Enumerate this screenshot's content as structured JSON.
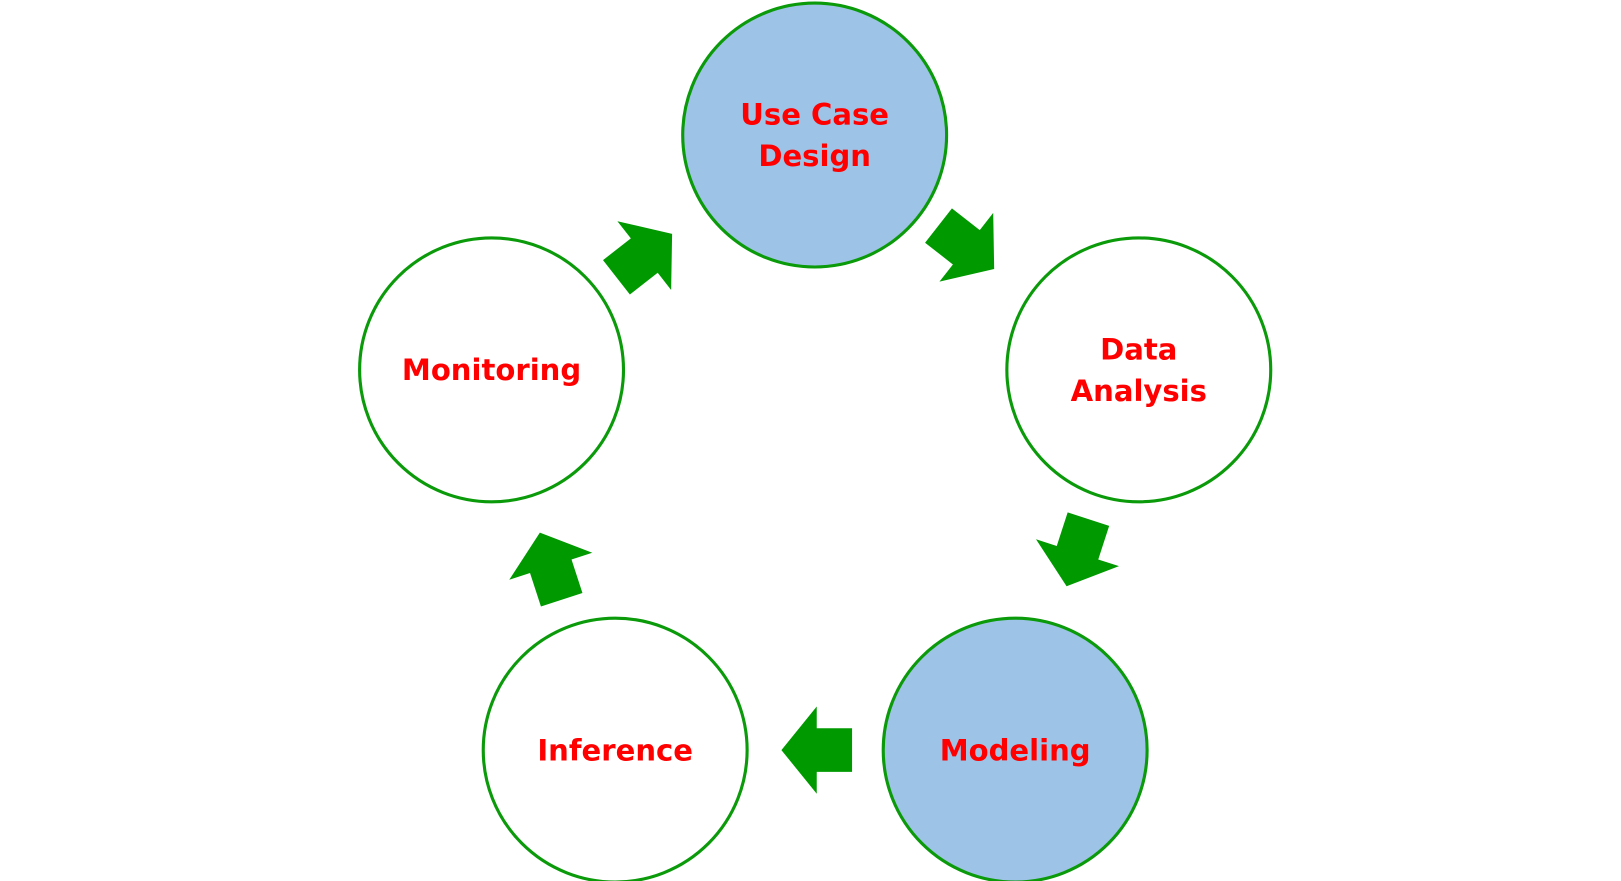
{
  "diagram": {
    "type": "cycle",
    "colors": {
      "highlight_fill": "#9dc3e6",
      "default_fill": "#ffffff",
      "border": "#0a9a0a",
      "arrow": "#009900",
      "label": "#ff0000"
    },
    "nodes": [
      {
        "id": "use-case-design",
        "lines": [
          "Use Case",
          "Design"
        ],
        "highlighted": true
      },
      {
        "id": "data-analysis",
        "lines": [
          "Data",
          "Analysis"
        ],
        "highlighted": false
      },
      {
        "id": "modeling",
        "lines": [
          "Modeling"
        ],
        "highlighted": true
      },
      {
        "id": "inference",
        "lines": [
          "Inference"
        ],
        "highlighted": false
      },
      {
        "id": "monitoring",
        "lines": [
          "Monitoring"
        ],
        "highlighted": false
      }
    ],
    "edges": [
      {
        "from": "use-case-design",
        "to": "data-analysis"
      },
      {
        "from": "data-analysis",
        "to": "modeling"
      },
      {
        "from": "modeling",
        "to": "inference"
      },
      {
        "from": "inference",
        "to": "monitoring"
      },
      {
        "from": "monitoring",
        "to": "use-case-design"
      }
    ]
  }
}
